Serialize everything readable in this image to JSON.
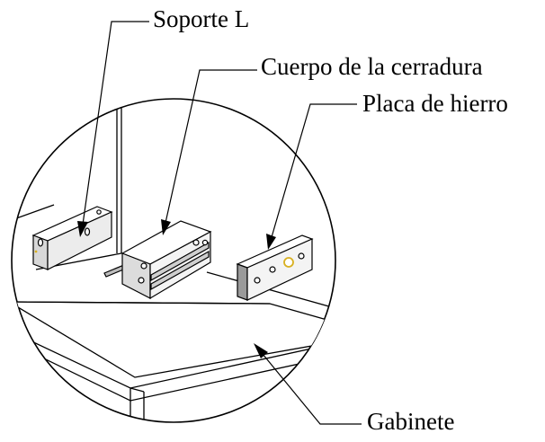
{
  "labels": {
    "soporte": "Soporte L",
    "cuerpo": "Cuerpo de la cerradura",
    "placa": "Placa de hierro",
    "gabinete": "Gabinete"
  },
  "colors": {
    "line": "#000000",
    "background": "#ffffff",
    "shade": "#cfcfcf",
    "dark_shade": "#9a9a9a",
    "hole_accent": "#d8b020"
  }
}
